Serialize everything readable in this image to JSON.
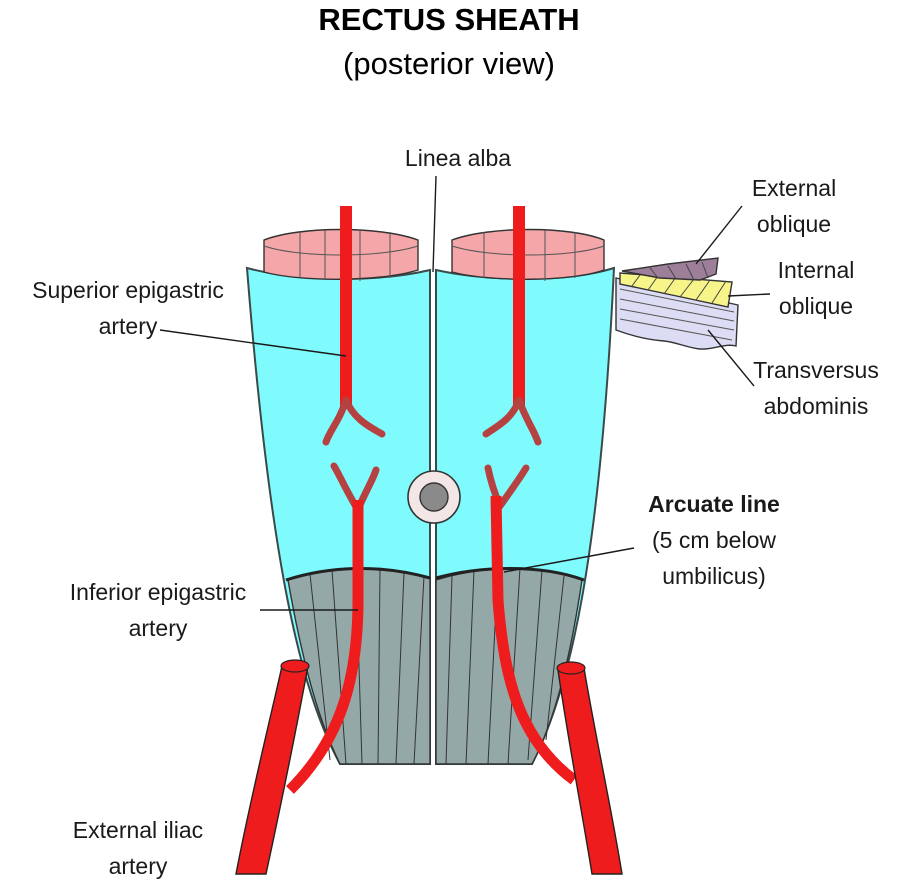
{
  "title": "RECTUS SHEATH",
  "subtitle": "(posterior view)",
  "labels": {
    "linea_alba": "Linea alba",
    "external_oblique": [
      "External",
      "oblique"
    ],
    "internal_oblique": [
      "Internal",
      "oblique"
    ],
    "transversus_abdominis": [
      "Transversus",
      "abdominis"
    ],
    "superior_epigastric": [
      "Superior epigastric",
      "artery"
    ],
    "arcuate_line": [
      "Arcuate line",
      "(5 cm below",
      "umbilicus)"
    ],
    "inferior_epigastric": [
      "Inferior epigastric",
      "artery"
    ],
    "external_iliac": [
      "External iliac",
      "artery"
    ]
  },
  "colors": {
    "sheath": "#7ffbfd",
    "sheath_outline": "#3a4a4a",
    "muscle": "#f4a6a8",
    "lower_muscle": "#95a8a8",
    "artery": "#ee1c1c",
    "branch_artery": "#b54141",
    "external_oblique": "#9e7f9a",
    "internal_oblique": "#f7f58a",
    "transversus": "#dcdcf4",
    "umbilicus_ring": "#f2e6e6",
    "umbilicus_center": "#8a8a8a"
  }
}
